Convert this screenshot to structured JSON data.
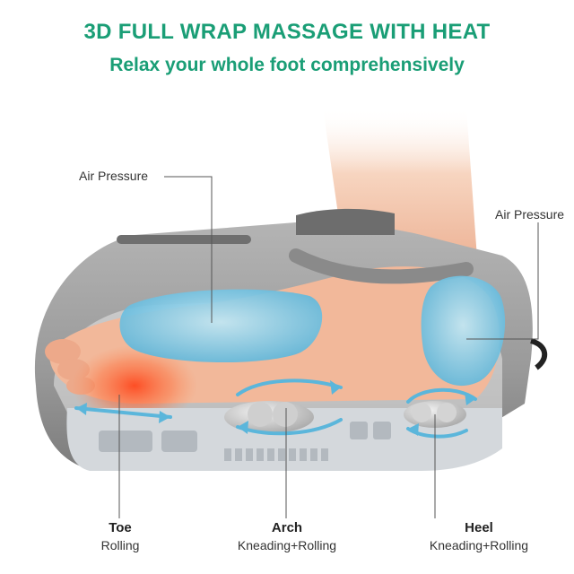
{
  "headline": {
    "title": "3D FULL WRAP MASSAGE WITH HEAT",
    "subtitle": "Relax your whole foot comprehensively",
    "accent_color": "#1a9e76"
  },
  "callouts": {
    "left": "Air Pressure",
    "right": "Air Pressure"
  },
  "zones": [
    {
      "title": "Toe",
      "description": "Rolling"
    },
    {
      "title": "Arch",
      "description": "Kneading+Rolling"
    },
    {
      "title": "Heel",
      "description": "Kneading+Rolling"
    }
  ],
  "colors": {
    "shell": "#9a9a9a",
    "airbag": "#7fcbe8",
    "heat": "#f05a2a",
    "skin": "#f2b89a"
  }
}
